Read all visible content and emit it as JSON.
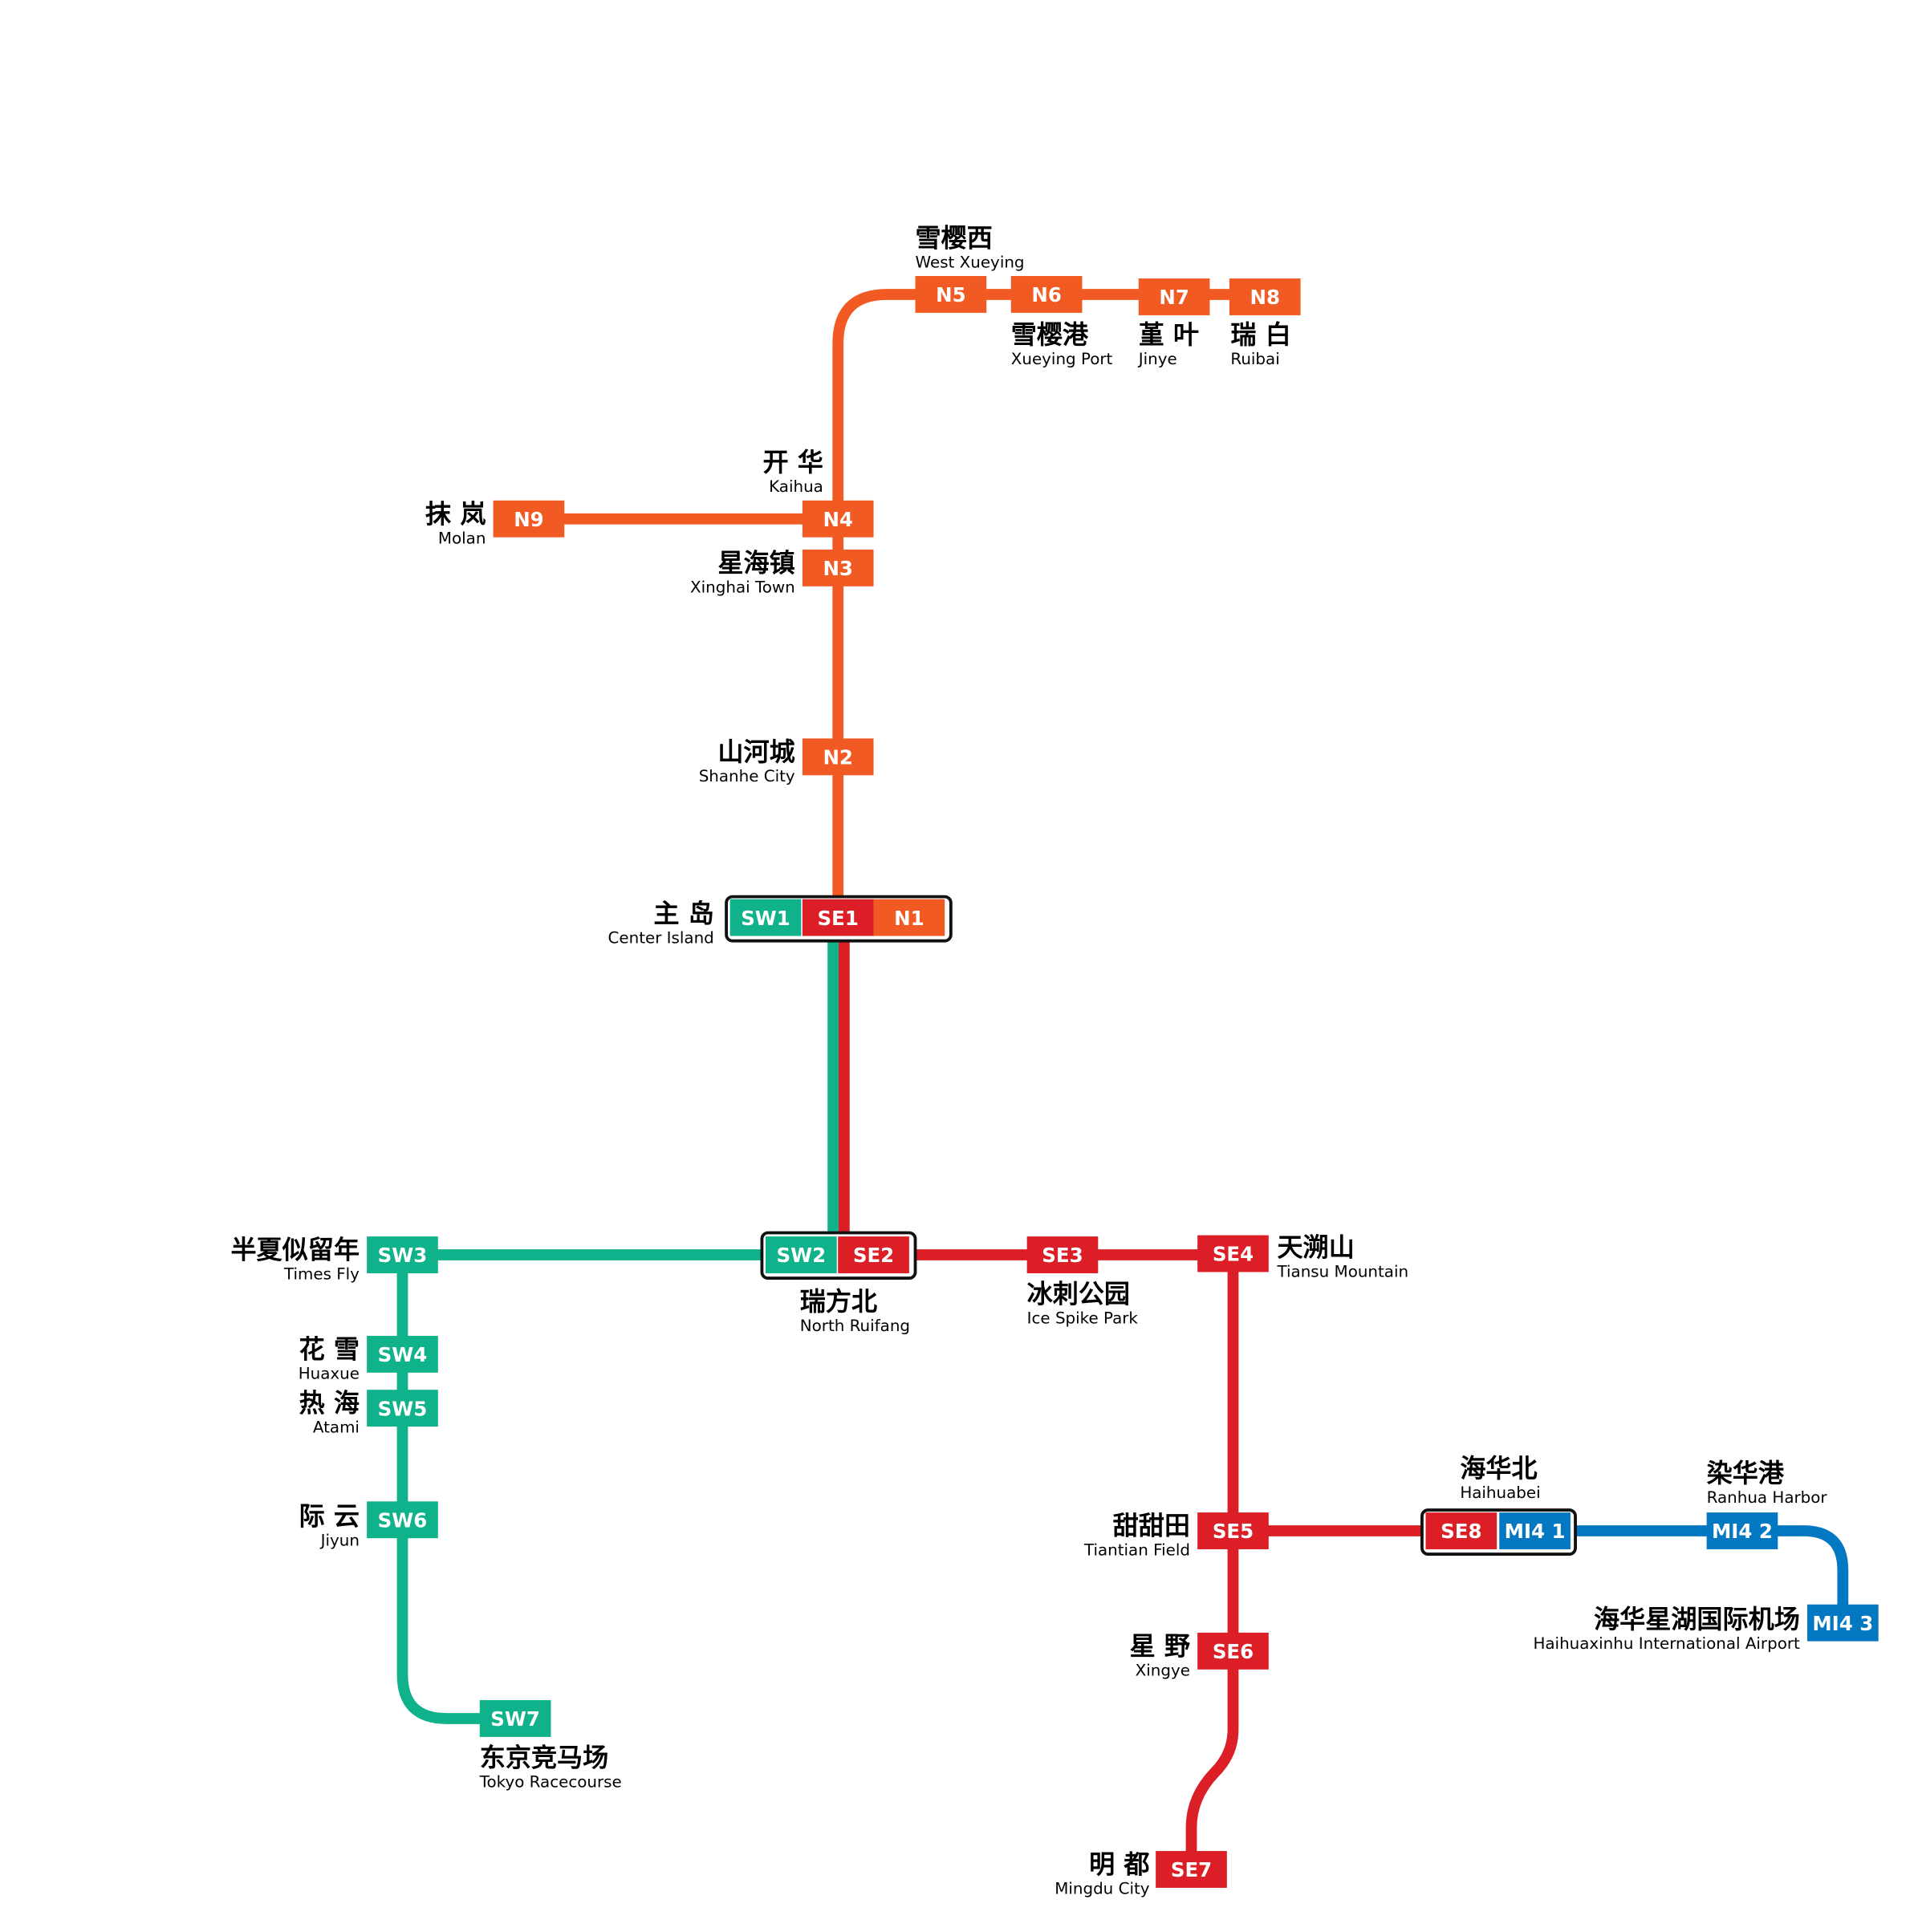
{
  "lines": {
    "N": {
      "color": "#F15A22"
    },
    "SW": {
      "color": "#0FB28A"
    },
    "SE": {
      "color": "#DC1F26"
    },
    "MI4": {
      "color": "#0277C2"
    }
  },
  "stations": [
    {
      "code": "N1",
      "line": "N"
    },
    {
      "code": "N2",
      "line": "N"
    },
    {
      "code": "N3",
      "line": "N"
    },
    {
      "code": "N4",
      "line": "N"
    },
    {
      "code": "N5",
      "line": "N"
    },
    {
      "code": "N6",
      "line": "N"
    },
    {
      "code": "N7",
      "line": "N"
    },
    {
      "code": "N8",
      "line": "N"
    },
    {
      "code": "N9",
      "line": "N"
    },
    {
      "code": "SW1",
      "line": "SW"
    },
    {
      "code": "SW2",
      "line": "SW"
    },
    {
      "code": "SW3",
      "line": "SW"
    },
    {
      "code": "SW4",
      "line": "SW"
    },
    {
      "code": "SW5",
      "line": "SW"
    },
    {
      "code": "SW6",
      "line": "SW"
    },
    {
      "code": "SW7",
      "line": "SW"
    },
    {
      "code": "SE1",
      "line": "SE"
    },
    {
      "code": "SE2",
      "line": "SE"
    },
    {
      "code": "SE3",
      "line": "SE"
    },
    {
      "code": "SE4",
      "line": "SE"
    },
    {
      "code": "SE5",
      "line": "SE"
    },
    {
      "code": "SE6",
      "line": "SE"
    },
    {
      "code": "SE7",
      "line": "SE"
    },
    {
      "code": "SE8",
      "line": "SE"
    },
    {
      "code": "MI4 1",
      "line": "MI4"
    },
    {
      "code": "MI4 2",
      "line": "MI4"
    },
    {
      "code": "MI4 3",
      "line": "MI4"
    }
  ],
  "labels": [
    {
      "zh": "雪樱西",
      "en": "West Xueying"
    },
    {
      "zh": "雪樱港",
      "en": "Xueying Port"
    },
    {
      "zh": "堇 叶",
      "en": "Jinye"
    },
    {
      "zh": "瑞 白",
      "en": "Ruibai"
    },
    {
      "zh": "开 华",
      "en": "Kaihua"
    },
    {
      "zh": "抹 岚",
      "en": "Molan"
    },
    {
      "zh": "星海镇",
      "en": "Xinghai Town"
    },
    {
      "zh": "山河城",
      "en": "Shanhe City"
    },
    {
      "zh": "主 岛",
      "en": "Center Island"
    },
    {
      "zh": "瑞方北",
      "en": "North Ruifang"
    },
    {
      "zh": "冰刺公园",
      "en": "Ice Spike Park"
    },
    {
      "zh": "天溯山",
      "en": "Tiansu Mountain"
    },
    {
      "zh": "半夏似留年",
      "en": "Times Fly"
    },
    {
      "zh": "花 雪",
      "en": "Huaxue"
    },
    {
      "zh": "热 海",
      "en": "Atami"
    },
    {
      "zh": "际 云",
      "en": "Jiyun"
    },
    {
      "zh": "东京竞马场",
      "en": "Tokyo Racecourse"
    },
    {
      "zh": "甜甜田",
      "en": "Tiantian Field"
    },
    {
      "zh": "星 野",
      "en": "Xingye"
    },
    {
      "zh": "明 都",
      "en": "Mingdu City"
    },
    {
      "zh": "海华北",
      "en": "Haihuabei"
    },
    {
      "zh": "染华港",
      "en": "Ranhua Harbor"
    },
    {
      "zh": "海华星湖国际机场",
      "en": "Haihuaxinhu International Airport"
    }
  ]
}
